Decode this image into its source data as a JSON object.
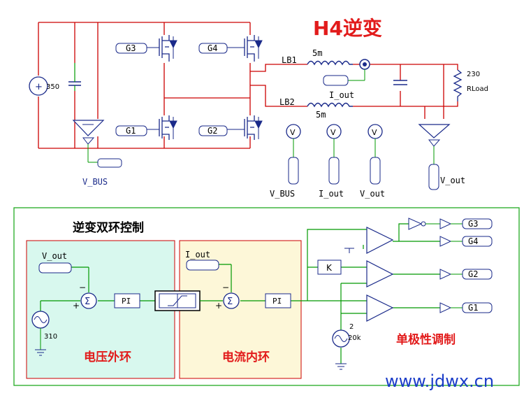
{
  "title": "H4逆变",
  "power": {
    "dc_source": "350",
    "gates": [
      "G3",
      "G4",
      "G1",
      "G2"
    ],
    "inductor1": {
      "name": "LB1",
      "value": "5m"
    },
    "inductor2": {
      "name": "LB2",
      "value": "5m"
    },
    "iout_label": "I_out",
    "load_value": "230",
    "load_name": "RLoad",
    "vbus_label": "V_BUS",
    "vout_label": "V_out",
    "meter_symbol": "V",
    "meter_labels": [
      "V_BUS",
      "I_out",
      "V_out"
    ]
  },
  "control": {
    "heading": "逆变双环控制",
    "voltage_loop": {
      "title": "电压外环",
      "input_label": "V_out",
      "pi_label": "PI",
      "ref_value": "310",
      "minus": "−",
      "plus": "+"
    },
    "current_loop": {
      "title": "电流内环",
      "input_label": "I_out",
      "pi_label": "PI",
      "minus": "−",
      "plus": "+"
    },
    "modulation": {
      "title": "单极性调制",
      "gain_label": "K",
      "carrier_amp": "2",
      "carrier_freq": "20k",
      "outputs": [
        "G3",
        "G4",
        "G2",
        "G1"
      ]
    }
  },
  "watermark": "www.jdwx.cn",
  "colors": {
    "wire_red": "#cc0000",
    "wire_green": "#009900",
    "symbol_blue": "#1a2a8a",
    "voltage_box_fill": "#d8f8ee",
    "current_box_fill": "#fdf7d8",
    "title_red": "#e21b1b",
    "watermark_blue": "#1a3cc8"
  }
}
